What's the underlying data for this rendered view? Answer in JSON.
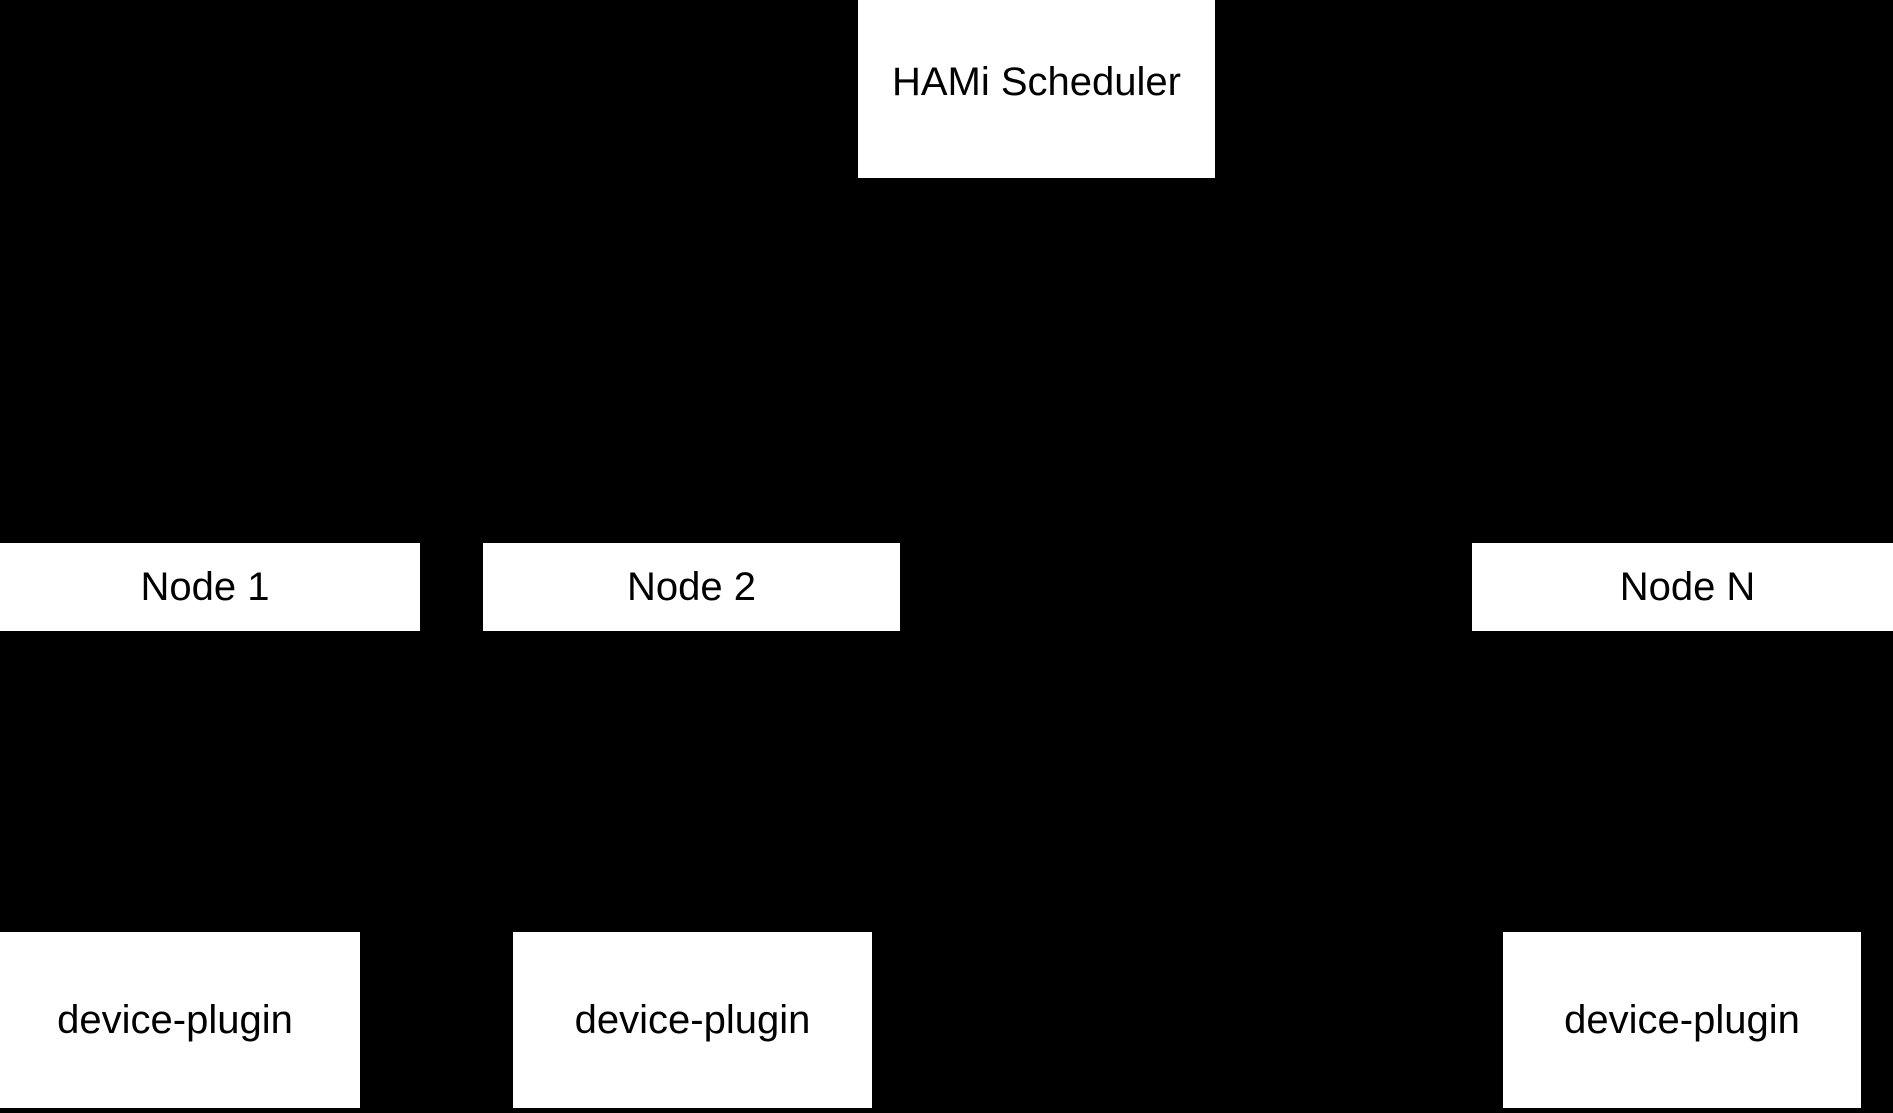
{
  "diagram": {
    "background_color": "#000000",
    "box_fill_color": "#ffffff",
    "text_color": "#000000",
    "scheduler": {
      "label": "HAMi Scheduler"
    },
    "nodes": [
      {
        "label": "Node 1"
      },
      {
        "label": "Node 2"
      },
      {
        "label": "Node N"
      }
    ],
    "plugins": [
      {
        "label": "device-plugin"
      },
      {
        "label": "device-plugin"
      },
      {
        "label": "device-plugin"
      }
    ]
  }
}
